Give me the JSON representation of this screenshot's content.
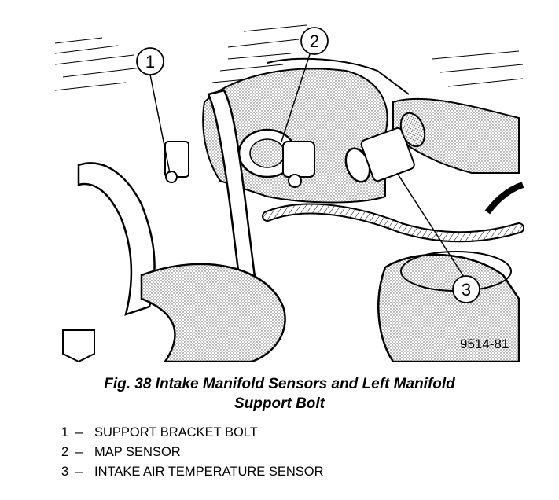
{
  "callouts": [
    {
      "number": "1"
    },
    {
      "number": "2"
    },
    {
      "number": "3"
    }
  ],
  "figure_code": "9514-81",
  "caption": {
    "line1": "Fig. 38 Intake Manifold Sensors and Left Manifold",
    "line2": "Support Bolt"
  },
  "legend": [
    {
      "number": "1",
      "dash": "–",
      "label": "SUPPORT BRACKET BOLT"
    },
    {
      "number": "2",
      "dash": "–",
      "label": "MAP SENSOR"
    },
    {
      "number": "3",
      "dash": "–",
      "label": "INTAKE AIR TEMPERATURE SENSOR"
    }
  ]
}
